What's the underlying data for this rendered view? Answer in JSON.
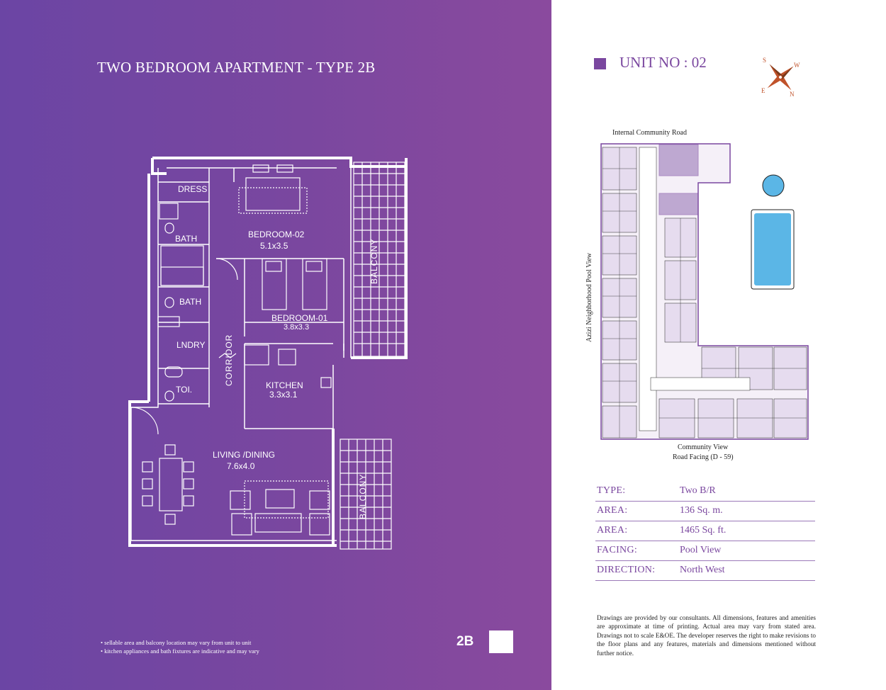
{
  "page_title": "TWO BEDROOM APARTMENT  - TYPE 2B",
  "unit": {
    "label": "UNIT NO : 02"
  },
  "compass": {
    "s": "S",
    "w": "W",
    "e": "E",
    "n": "N"
  },
  "floor_plan": {
    "rooms": {
      "dress": "DRESS",
      "bath1": "BATH",
      "bedroom2": "BEDROOM-02",
      "bedroom2_size": "5.1x3.5",
      "bath2": "BATH",
      "bedroom1": "BEDROOM-01",
      "bedroom1_size": "3.8x3.3",
      "lndry": "LNDRY",
      "corridor": "CORRIDOR",
      "kitchen": "KITCHEN",
      "kitchen_size": "3.3x3.1",
      "toi": "TOI.",
      "living": "LIVING /DINING",
      "living_size": "7.6x4.0",
      "balcony_top": "BALCONY",
      "balcony_bottom": "BALCONY"
    }
  },
  "site_map": {
    "top_label": "Internal Community Road",
    "left_label": "Azizi Neighborhood Pool View",
    "bottom_label_1": "Community View",
    "bottom_label_2": "Road Facing (D - 59)"
  },
  "specs": [
    {
      "key": "TYPE:",
      "value": "Two B/R"
    },
    {
      "key": "AREA:",
      "value": "136 Sq. m."
    },
    {
      "key": "AREA:",
      "value": "1465 Sq. ft."
    },
    {
      "key": "FACING:",
      "value": "Pool View"
    },
    {
      "key": "DIRECTION:",
      "value": "North West"
    }
  ],
  "notes": [
    "• sellable area and balcony location may vary from unit to unit",
    "• kitchen appliances and bath fixtures are indicative and may vary"
  ],
  "badge": "2B",
  "disclaimer": "Drawings are provided by our consultants. All dimensions, features and amenities are approximate at time of printing. Actual area may vary from stated area. Drawings not to scale E&OE. The developer reserves the right to make revisions to the floor plans and any features, materials and dimensions mentioned without further notice.",
  "colors": {
    "panel": "#7a479f",
    "pool": "#5bb6e6",
    "white": "#ffffff",
    "compass_accent": "#c0522a"
  }
}
